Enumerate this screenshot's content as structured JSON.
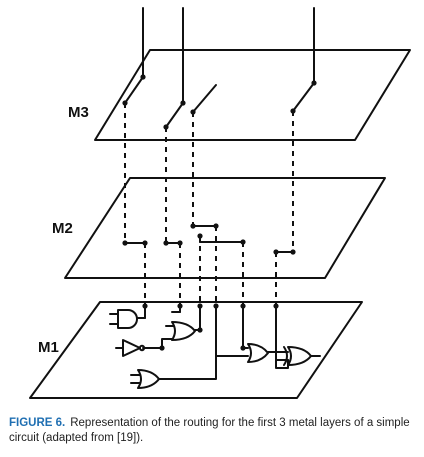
{
  "diagram": {
    "layers": [
      {
        "id": "m3",
        "label": "M3"
      },
      {
        "id": "m2",
        "label": "M2"
      },
      {
        "id": "m1",
        "label": "M1"
      }
    ]
  },
  "caption": {
    "figure_label": "FIGURE 6.",
    "text": "Representation of the routing for the first 3 metal layers of a simple circuit (adapted from [19])."
  }
}
